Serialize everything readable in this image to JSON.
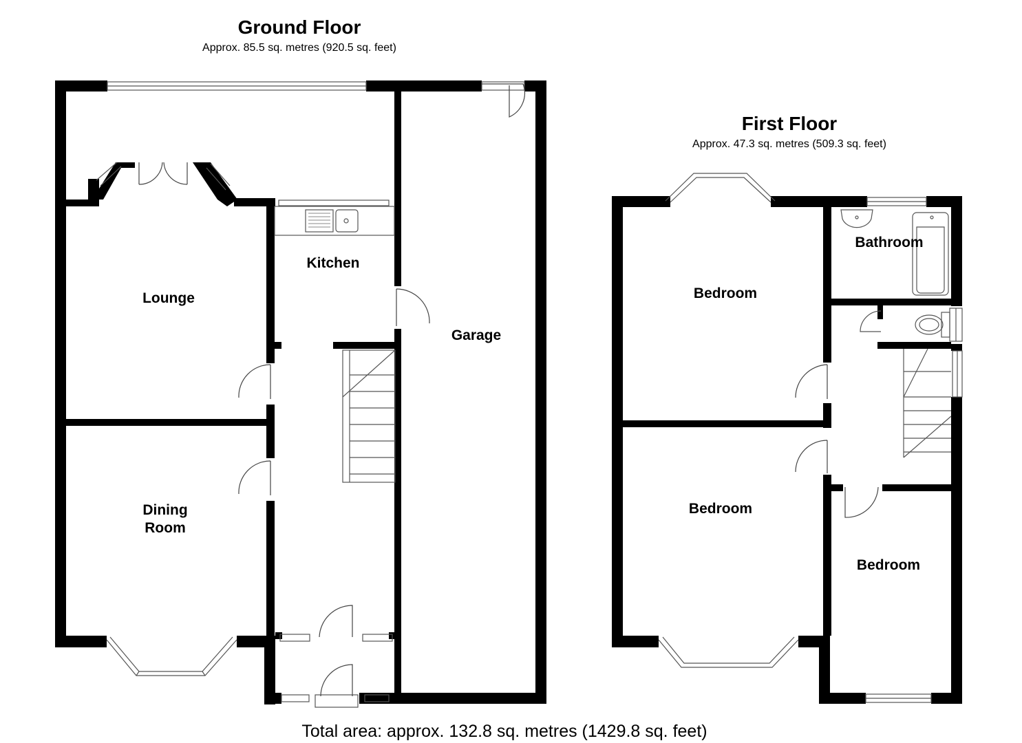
{
  "ground_floor": {
    "title": "Ground Floor",
    "area": "Approx.  85.5 sq. metres (920.5 sq. feet)",
    "rooms": {
      "lounge": "Lounge",
      "kitchen": "Kitchen",
      "garage": "Garage",
      "dining_line1": "Dining",
      "dining_line2": "Room"
    }
  },
  "first_floor": {
    "title": "First Floor",
    "area": "Approx.  47.3 sq. metres (509.3 sq. feet)",
    "rooms": {
      "bedroom_1": "Bedroom",
      "bathroom": "Bathroom",
      "bedroom_2": "Bedroom",
      "bedroom_3": "Bedroom"
    }
  },
  "total_area": "Total area: approx. 132.8 sq. metres (1429.8 sq. feet)"
}
